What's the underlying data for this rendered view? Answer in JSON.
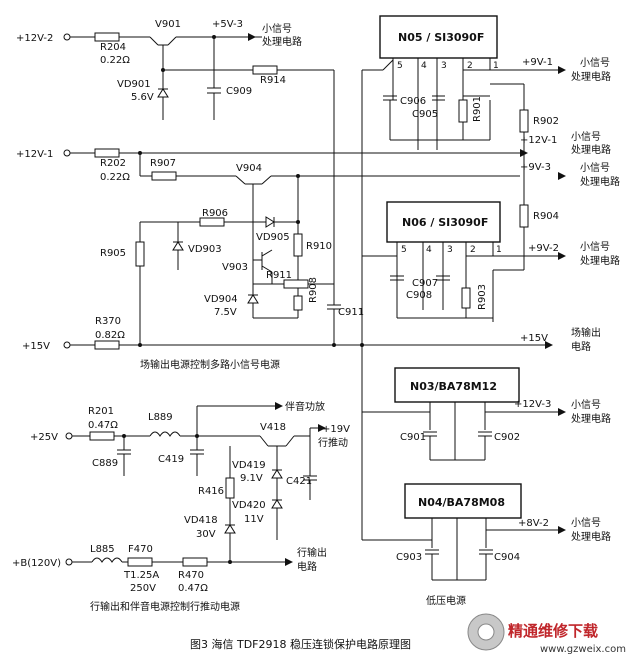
{
  "rails": {
    "in_12v2": "+12V-2",
    "in_12v1": "+12V-1",
    "in_15v": "+15V",
    "in_25v": "+25V",
    "in_b": "+B(120V)",
    "out_5v3": "+5V-3",
    "out_9v1": "+9V-1",
    "out_12v1": "+12V-1",
    "out_9v3": "+9V-3",
    "out_9v2": "+9V-2",
    "out_15v": "+15V",
    "out_19v": "+19V",
    "out_12v3": "+12V-3",
    "out_8v2": "+8V-2"
  },
  "components": {
    "V901": "V901",
    "R204": "R204",
    "R204v": "0.22Ω",
    "VD901": "VD901",
    "VD901v": "5.6V",
    "C909": "C909",
    "R914": "R914",
    "R202": "R202",
    "R202v": "0.22Ω",
    "R907": "R907",
    "V904": "V904",
    "R906": "R906",
    "VD905": "VD905",
    "R910": "R910",
    "R905": "R905",
    "VD903": "VD903",
    "V903": "V903",
    "R911": "R911",
    "VD904": "VD904",
    "VD904v": "7.5V",
    "R908": "R908",
    "C911": "C911",
    "R370": "R370",
    "R370v": "0.82Ω",
    "R201": "R201",
    "R201v": "0.47Ω",
    "L889": "L889",
    "C889": "C889",
    "C419": "C419",
    "V418": "V418",
    "VD419": "VD419",
    "VD419v": "9.1V",
    "C421": "C421",
    "R416": "R416",
    "VD420": "VD420",
    "VD420v": "11V",
    "VD418": "VD418",
    "VD418v": "30V",
    "L885": "L885",
    "F470": "F470",
    "F470v1": "T1.25A",
    "F470v2": "250V",
    "R470": "R470",
    "R470v": "0.47Ω",
    "C906": "C906",
    "C905": "C905",
    "R901": "R901",
    "R902": "R902",
    "R904": "R904",
    "C907": "C907",
    "C908": "C908",
    "R903": "R903",
    "C901": "C901",
    "C902": "C902",
    "C903": "C903",
    "C904": "C904"
  },
  "ics": {
    "N05": "N05 / SI3090F",
    "N06": "N06 / SI3090F",
    "N03": "N03/BA78M12",
    "N04": "N04/BA78M08",
    "pins_n05": [
      "5",
      "4",
      "3",
      "2",
      "1"
    ],
    "pins_n06": [
      "5",
      "4",
      "3",
      "2",
      "1"
    ]
  },
  "notes": {
    "small_signal_1": "小信号",
    "small_signal_2": "处理电路",
    "field_out_1": "场输出",
    "field_out_2": "电路",
    "sound_amp": "伴音功放",
    "line_drive": "行推动",
    "line_out_1": "行输出",
    "line_out_2": "电路",
    "low_voltage": "低压电源",
    "section_top": "场输出电源控制多路小信号电源",
    "section_bottom": "行输出和伴音电源控制行推动电源"
  },
  "caption": "图3  海信 TDF2918 稳压连锁保护电路原理图",
  "watermark": {
    "title": "精通维修下载",
    "url": "www.gzweix.com"
  }
}
